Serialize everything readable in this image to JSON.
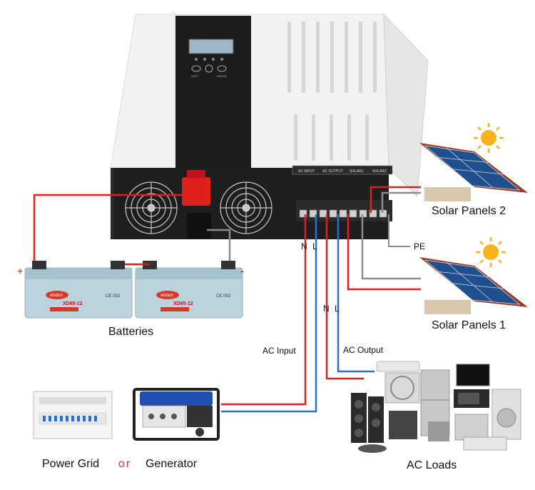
{
  "labels": {
    "solar_panels_2": "Solar Panels 2",
    "solar_panels_1": "Solar Panels 1",
    "batteries": "Batteries",
    "ac_loads": "AC Loads",
    "power_grid": "Power Grid",
    "or": "or",
    "generator": "Generator",
    "ac_input": "AC Input",
    "ac_output": "AC Output",
    "pe": "PE",
    "n_input": "N",
    "l_input": "L",
    "n_output": "N",
    "l_output": "L",
    "battery_plus": "+",
    "battery_minus": "-"
  },
  "inverter": {
    "keys": [
      "LEFT",
      "",
      "ENTER"
    ],
    "terminal_labels": [
      "AC INPUT",
      "AC OUTPUT",
      "SOLAR1",
      "SOLAR2"
    ]
  },
  "battery": {
    "brand": "xindun",
    "model": "XD65-12",
    "cert": "CE ISO"
  },
  "colors": {
    "wire_red": "#e0201e",
    "wire_blue": "#2a6fd8",
    "wire_gray": "#8c8c8c",
    "inverter_body": "#f4f4f4",
    "inverter_panel": "#1c1c1c",
    "battery_case": "#bcd3de",
    "sun": "#f7b21c"
  }
}
